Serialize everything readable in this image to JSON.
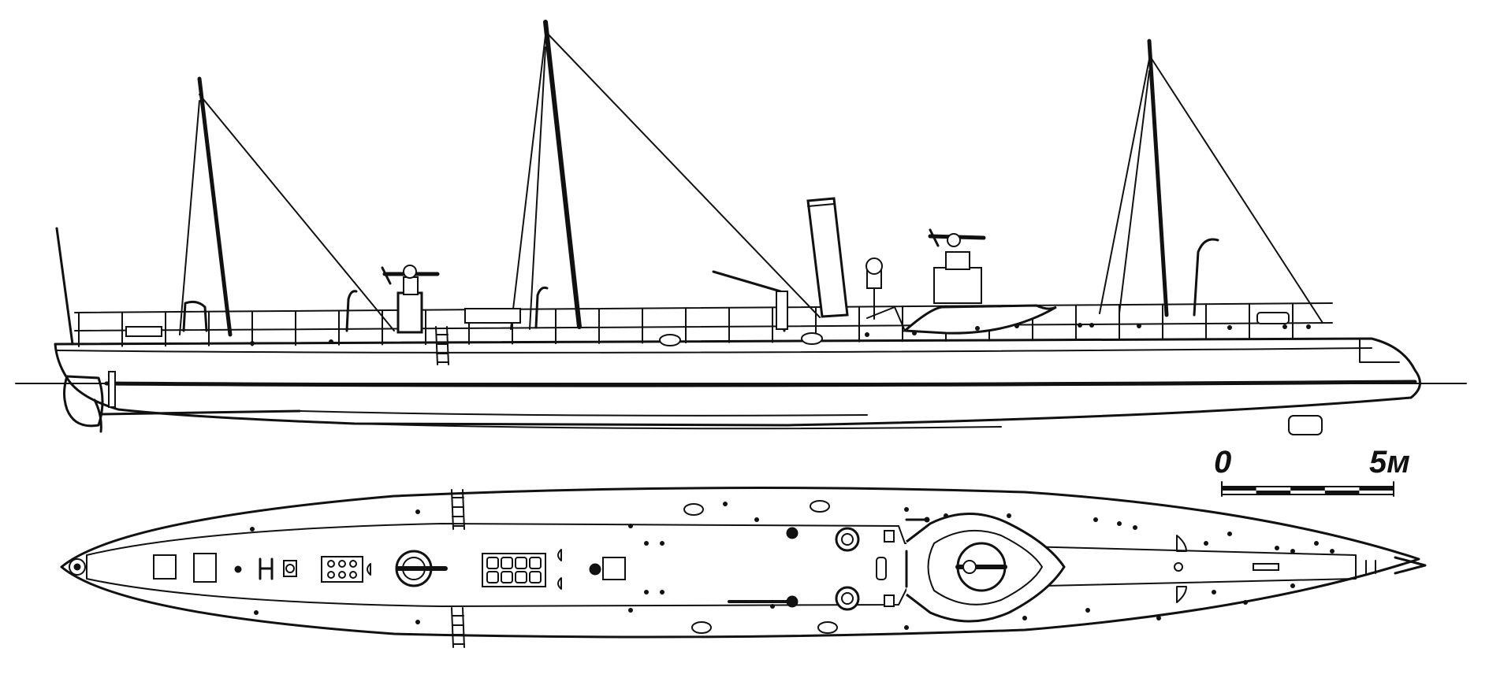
{
  "scale_bar": {
    "start_label": "0",
    "end_label": "5м",
    "segments": 5
  },
  "colors": {
    "ink": "#111111",
    "paper": "#ffffff"
  },
  "views": [
    "side-profile",
    "deck-plan"
  ]
}
